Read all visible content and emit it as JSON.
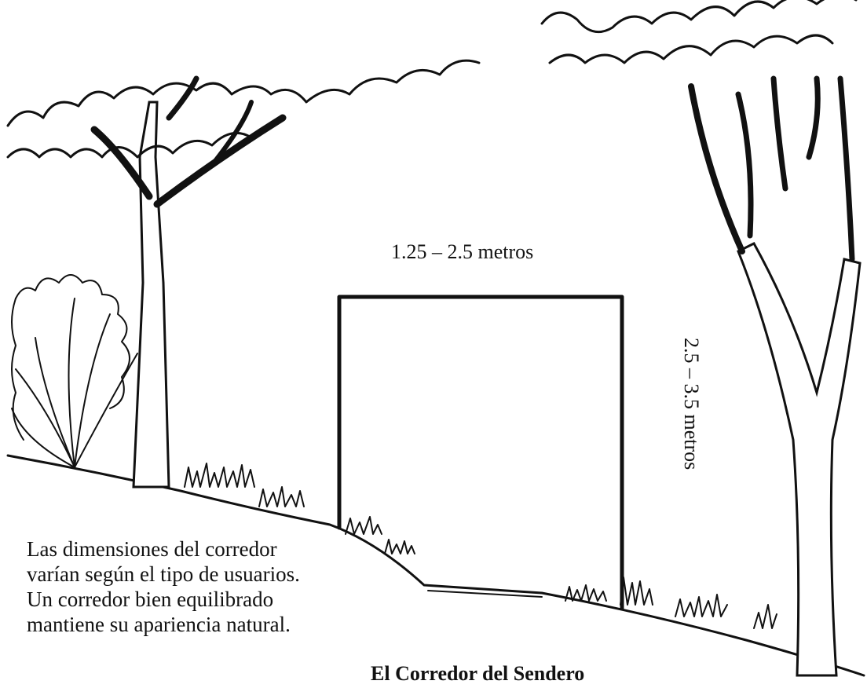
{
  "diagram": {
    "width_label": "1.25 – 2.5 metros",
    "height_label": "2.5 – 3.5 metros",
    "caption_lines": [
      "Las dimensiones del corredor",
      "varían según el tipo de usuarios.",
      "Un corredor bien equilibrado",
      "mantiene su apariencia natural."
    ],
    "title": "El Corredor del Sendero"
  },
  "colors": {
    "ink": "#111111",
    "background": "#ffffff"
  }
}
